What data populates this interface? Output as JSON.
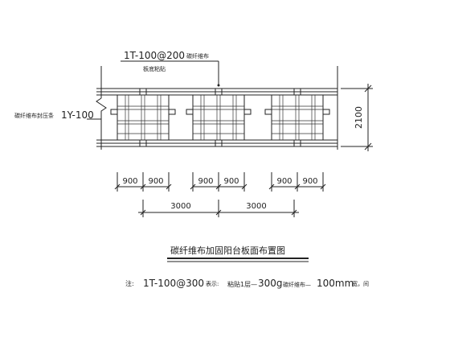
{
  "drawing": {
    "callout_top_main": "1T-100@200",
    "callout_top_suffix": "碳纤维布",
    "callout_top_sub": "板底粘贴",
    "callout_left_prefix": "碳纤维布封压条",
    "callout_left_main": "1Y-100",
    "dim_right": "2100",
    "dims_small": [
      "900",
      "900",
      "900",
      "900",
      "900",
      "900"
    ],
    "dims_large": [
      "3000",
      "3000"
    ],
    "title": "碳纤维布加固阳台板面布置图",
    "note_prefix": "注:",
    "note_code": "1T-100@300",
    "note_biaoshi": "表示:",
    "note_text1": "粘贴1层—",
    "note_text2": "300g",
    "note_text3": "碳纤维布—",
    "note_text4": "100mm",
    "note_text5": "宽，间",
    "colors": {
      "line": "#222222",
      "background": "#ffffff"
    }
  }
}
